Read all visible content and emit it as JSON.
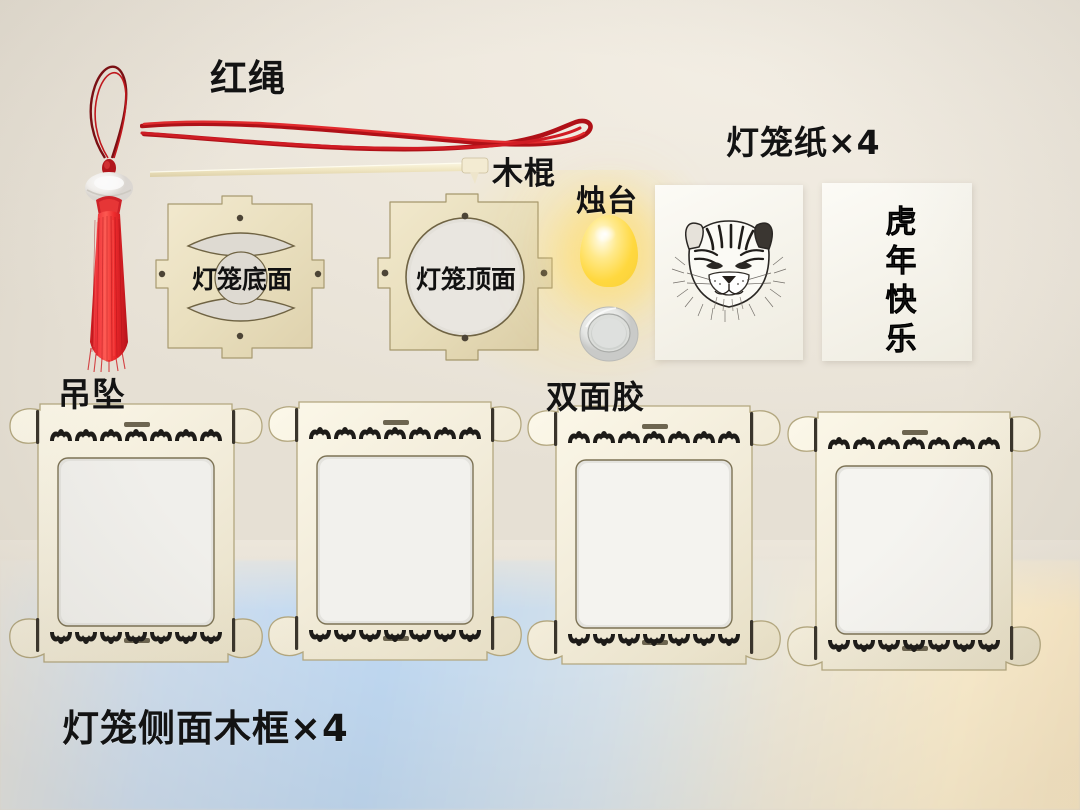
{
  "scene": {
    "title": "DIY Chinese lantern kit parts layout photo",
    "background_top_color": "#ece6db",
    "background_bottom_gradient": [
      "#cfdff0",
      "#bed7f0",
      "#eee8d8",
      "#fbe9c6"
    ]
  },
  "labels": {
    "red_cord": "红绳",
    "wooden_stick": "木棍",
    "candle_holder": "烛台",
    "lantern_paper": "灯笼纸×4",
    "pendant": "吊坠",
    "double_sided_tape": "双面胶",
    "lantern_bottom_panel": "灯笼底面",
    "lantern_top_panel": "灯笼顶面",
    "lantern_side_frames": "灯笼侧面木框×4"
  },
  "parts": [
    {
      "name": "pendant",
      "label": "吊坠",
      "quantity": 1,
      "color": "#e0231f"
    },
    {
      "name": "red-cord",
      "label": "红绳",
      "quantity": 1,
      "color": "#cf1a22"
    },
    {
      "name": "wooden-stick",
      "label": "木棍",
      "quantity": 1,
      "color": "#f2ead0"
    },
    {
      "name": "candle-holder",
      "label": "烛台",
      "quantity": 1,
      "color": "#ffd83f"
    },
    {
      "name": "double-sided-tape",
      "label": "双面胶",
      "quantity": 1,
      "color": "#dcdcd8"
    },
    {
      "name": "lantern-paper",
      "label": "灯笼纸×4",
      "quantity": 4,
      "color": "#f8f6ef"
    },
    {
      "name": "lantern-bottom-panel",
      "label": "灯笼底面",
      "quantity": 1,
      "color": "#e6dcbe"
    },
    {
      "name": "lantern-top-panel",
      "label": "灯笼顶面",
      "quantity": 1,
      "color": "#e6dcbe"
    },
    {
      "name": "lantern-side-frame",
      "label": "灯笼侧面木框×4",
      "quantity": 4,
      "color": "#f3ecd8"
    }
  ],
  "papers": {
    "tiger_sheet": {
      "artwork": "tiger-head-ink-drawing",
      "text": ""
    },
    "greeting_sheet": {
      "artwork": "calligraphy",
      "text": "虎年快乐"
    }
  },
  "colors": {
    "wood_light": "#f3ecd8",
    "wood_mid": "#e6dcbe",
    "wood_edge": "#9c8e63",
    "red": "#d4131b",
    "red_dark": "#8d1112",
    "candle_yellow": "#ffd83f",
    "text": "#131313",
    "paper": "#f8f6ef"
  }
}
